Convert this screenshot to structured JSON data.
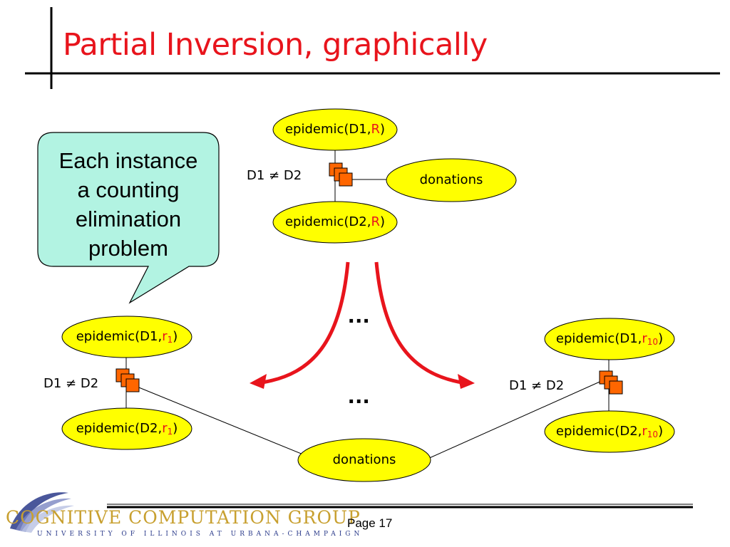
{
  "title": "Partial Inversion, graphically",
  "callout": {
    "lines": [
      "Each instance",
      "a counting",
      "elimination",
      "problem"
    ],
    "fill": "#b2f3e2"
  },
  "top": {
    "node1": {
      "prefix": "epidemic(D1,",
      "var": "R",
      "suffix": ")"
    },
    "node2": {
      "prefix": "epidemic(D2,",
      "var": "R",
      "suffix": ")"
    },
    "donations": "donations",
    "constraint": "D1 ≠ D2"
  },
  "left": {
    "node1": {
      "prefix": "epidemic(D1,",
      "var": "r",
      "sub": "1",
      "suffix": ")"
    },
    "node2": {
      "prefix": "epidemic(D2,",
      "var": "r",
      "sub": "1",
      "suffix": ")"
    },
    "constraint": "D1 ≠ D2"
  },
  "right": {
    "node1": {
      "prefix": "epidemic(D1,",
      "var": "r",
      "sub": "10",
      "suffix": ")"
    },
    "node2": {
      "prefix": "epidemic(D2,",
      "var": "r",
      "sub": "10",
      "suffix": ")"
    },
    "constraint": "D1 ≠ D2"
  },
  "bottom_donations": "donations",
  "ellipsis_top": "...",
  "ellipsis_mid": "...",
  "colors": {
    "node_fill": "#ffff00",
    "variable": "#e8141c",
    "factor": "#ff6600",
    "arrow": "#e8141c"
  },
  "footer": {
    "logo": "COGNITIVE COMPUTATION GROUP",
    "university": "UNIVERSITY OF ILLINOIS AT URBANA-CHAMPAIGN",
    "page": "Page 17"
  }
}
